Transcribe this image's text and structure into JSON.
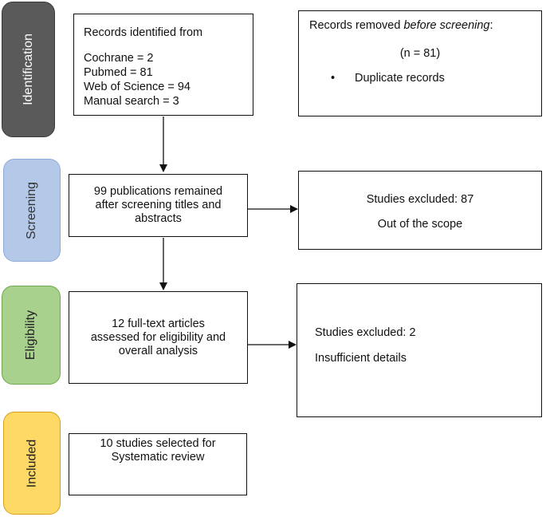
{
  "phases": {
    "identification": {
      "label": "Identification",
      "fill": "#5a5a5a",
      "border": "#3a3a3a",
      "text": "#ffffff"
    },
    "screening": {
      "label": "Screening",
      "fill": "#b4c8e8",
      "border": "#8eaadb",
      "text": "#333333"
    },
    "eligibility": {
      "label": "Eligibility",
      "fill": "#a9d18e",
      "border": "#6fa84f",
      "text": "#222222"
    },
    "included": {
      "label": "Included",
      "fill": "#ffd966",
      "border": "#d4a017",
      "text": "#222222"
    }
  },
  "records_identified": {
    "title": "Records identified from",
    "lines": [
      "Cochrane = 2",
      "Pubmed = 81",
      "Web of Science = 94",
      "Manual search = 3"
    ]
  },
  "records_removed": {
    "title_prefix": "Records removed ",
    "title_emph": "before screening",
    "title_suffix": ":",
    "count": "(n = 81)",
    "bullet": "•",
    "item": "Duplicate records"
  },
  "screening_box": {
    "lines": [
      "99 publications remained",
      "after screening titles and",
      "abstracts"
    ]
  },
  "screening_excluded": {
    "line1": "Studies excluded: 87",
    "line2": "Out of the scope"
  },
  "eligibility_box": {
    "lines": [
      "12 full-text articles",
      "assessed for eligibility and",
      "overall analysis"
    ]
  },
  "eligibility_excluded": {
    "line1": "Studies excluded: 2",
    "line2": "Insufficient details"
  },
  "included_box": {
    "lines": [
      "10 studies selected for",
      "Systematic review"
    ]
  }
}
